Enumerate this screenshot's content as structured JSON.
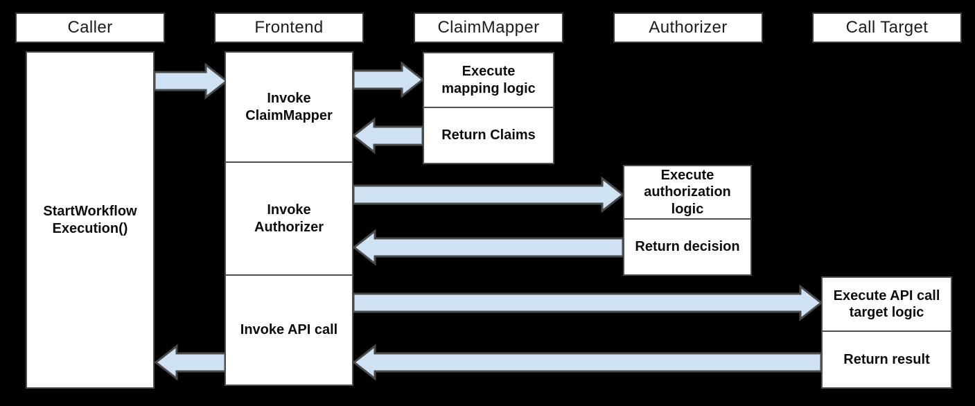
{
  "diagram_type": "sequence-diagram",
  "actors": [
    "Caller",
    "Frontend",
    "ClaimMapper",
    "Authorizer",
    "Call Target"
  ],
  "boxes": {
    "caller_action": "StartWorkflow\nExecution()",
    "frontend_steps": [
      "Invoke\nClaimMapper",
      "Invoke\nAuthorizer",
      "Invoke API call"
    ],
    "claimmapper_steps": [
      "Execute\nmapping logic",
      "Return Claims"
    ],
    "authorizer_steps": [
      "Execute\nauthorization\nlogic",
      "Return decision"
    ],
    "calltarget_steps": [
      "Execute API call\ntarget logic",
      "Return result"
    ]
  },
  "flows": [
    {
      "from": "Caller",
      "to": "Frontend"
    },
    {
      "from": "Frontend",
      "to": "ClaimMapper"
    },
    {
      "from": "ClaimMapper",
      "to": "Frontend"
    },
    {
      "from": "Frontend",
      "to": "Authorizer"
    },
    {
      "from": "Authorizer",
      "to": "Frontend"
    },
    {
      "from": "Frontend",
      "to": "Call Target"
    },
    {
      "from": "Call Target",
      "to": "Frontend"
    },
    {
      "from": "Frontend",
      "to": "Caller"
    }
  ],
  "colors": {
    "background": "#000000",
    "box_fill": "#ffffff",
    "box_border": "#4f4f4f",
    "header_border": "#3a3a3a",
    "arrow_fill": "#cfe2f3",
    "arrow_stroke": "#4a4a4a",
    "text": "#0d0d0d"
  }
}
